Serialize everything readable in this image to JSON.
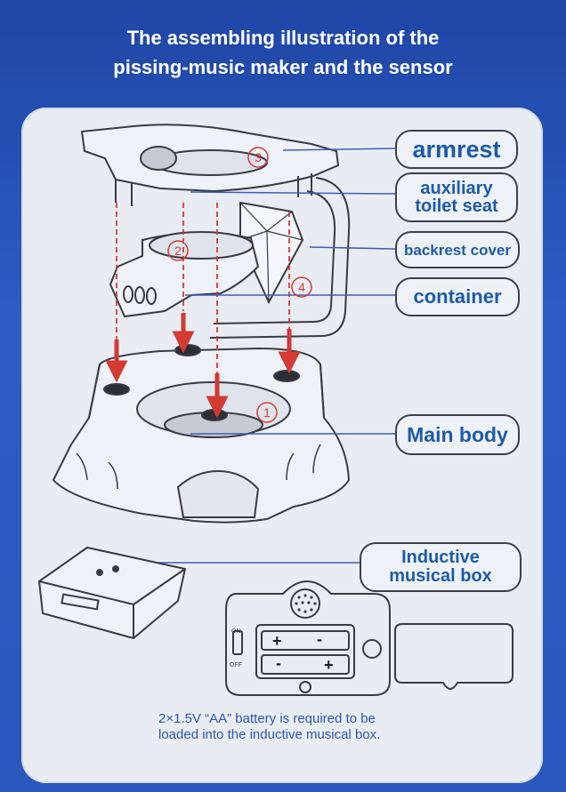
{
  "header": {
    "line1": "The assembling illustration of the",
    "line2": "pissing-music maker and the sensor"
  },
  "labels": {
    "armrest": "armrest",
    "aux_line1": "auxiliary",
    "aux_line2": "toilet seat",
    "backrest": "backrest cover",
    "container": "container",
    "main_body": "Main body",
    "box_line1": "Inductive",
    "box_line2": "musical box"
  },
  "part_numbers": [
    "1",
    "2",
    "3",
    "4"
  ],
  "battery_signs": {
    "plus": "+",
    "minus": "-"
  },
  "switch_labels": {
    "on": "ON",
    "off": "OFF"
  },
  "footnote": {
    "line1": "2×1.5V “AA” battery is required to be",
    "line2": "loaded into the inductive musical box."
  },
  "colors": {
    "background": "#2a56b8",
    "panel": "#e9edf3",
    "label_text": "#1e5aa8",
    "arrow": "#d23a32",
    "leader_line": "#3a5fb5"
  }
}
